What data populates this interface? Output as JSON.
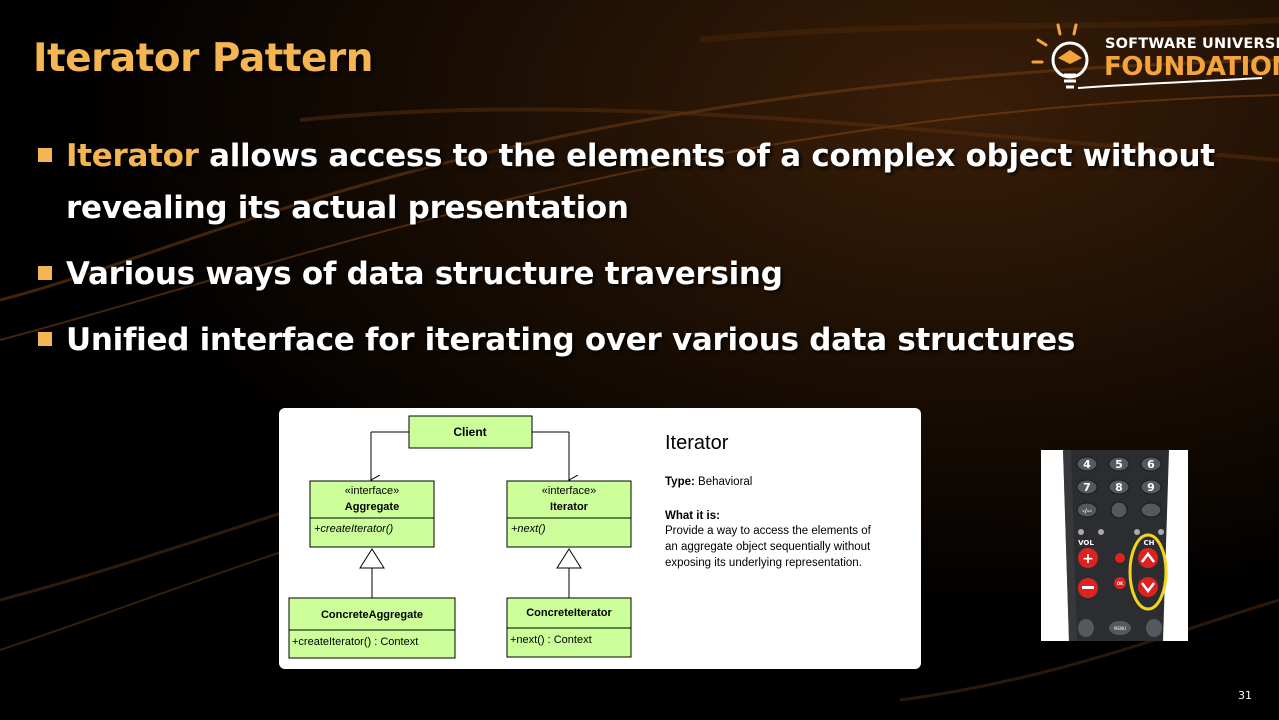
{
  "slide": {
    "title": "Iterator Pattern",
    "page_number": "31",
    "colors": {
      "accent": "#F5B552",
      "background": "#000000",
      "diagram_fill": "#CCFF99"
    }
  },
  "logo": {
    "line1": "SOFTWARE UNIVERSITY",
    "line2": "FOUNDATION",
    "icon": "lightbulb-graduate-icon"
  },
  "bullets": [
    {
      "highlight": "Iterator",
      "text": " allows access to the elements of a complex object without revealing its actual presentation"
    },
    {
      "highlight": "",
      "text": "Various ways of data structure traversing"
    },
    {
      "highlight": "",
      "text": "Unified interface for iterating over various data structures"
    }
  ],
  "diagram": {
    "client": "Client",
    "aggregate": {
      "stereotype": "«interface»",
      "name": "Aggregate",
      "method": "+createIterator()"
    },
    "iterator": {
      "stereotype": "«interface»",
      "name": "Iterator",
      "method": "+next()"
    },
    "concrete_aggregate": {
      "name": "ConcreteAggregate",
      "method": "+createIterator() : Context"
    },
    "concrete_iterator": {
      "name": "ConcreteIterator",
      "method": "+next() : Context"
    },
    "info": {
      "title": "Iterator",
      "type_label": "Type:",
      "type_value": " Behavioral",
      "what_label": "What it is:",
      "what_lines": [
        "Provide a way to access the elements of",
        "an aggregate object sequentially without",
        "exposing its underlying representation."
      ]
    }
  },
  "remote": {
    "keys": [
      "4",
      "5",
      "6",
      "7",
      "8",
      "9",
      "-/--",
      ""
    ],
    "vol_label": "VOL",
    "ch_label": "CH",
    "ok_label": "OK",
    "menu_label": "MENU"
  }
}
